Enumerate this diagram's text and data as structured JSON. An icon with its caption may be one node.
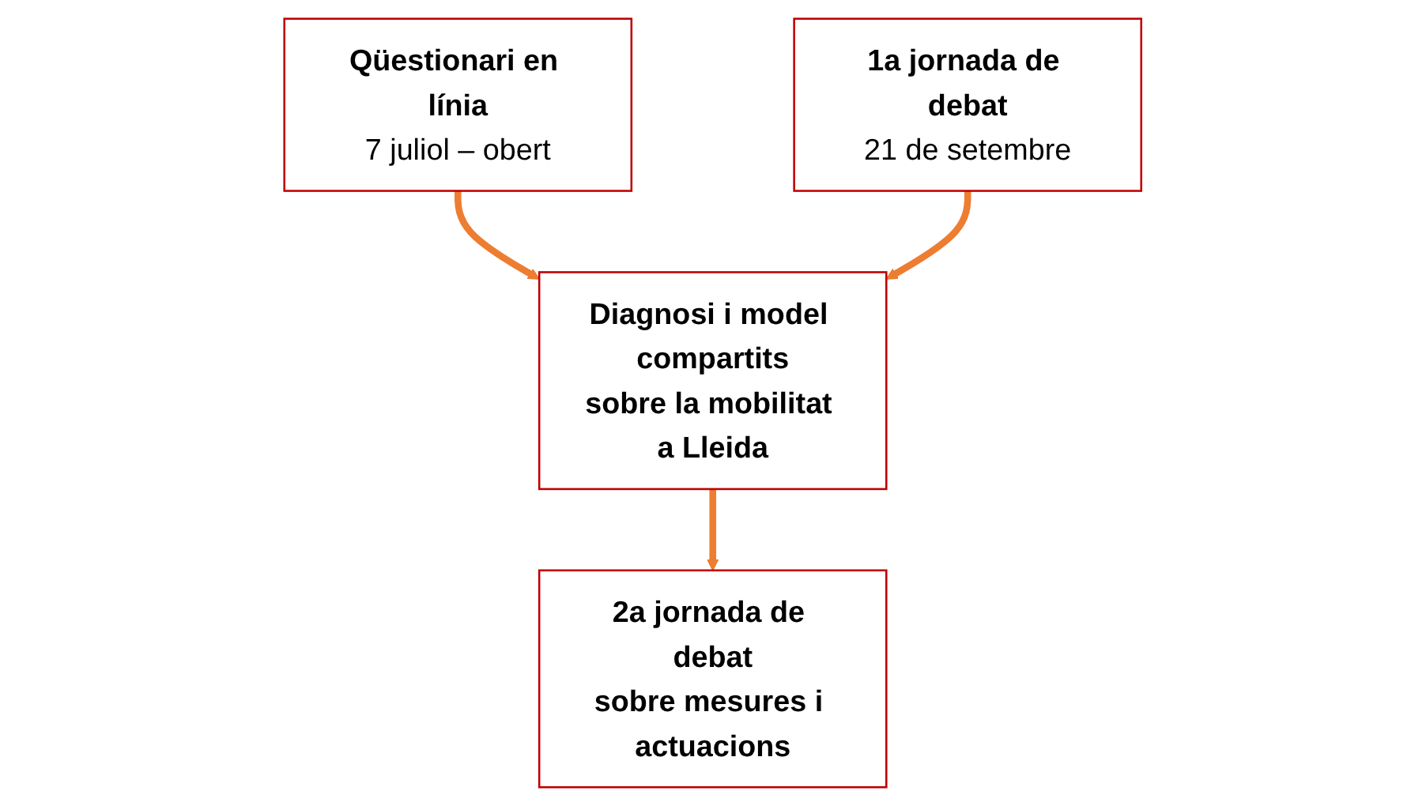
{
  "diagram": {
    "nodes": [
      {
        "text": [
          "Qüestionari en línia",
          "7 juliol – obert"
        ]
      },
      {
        "text": [
          "1a jornada de debat",
          "21 de setembre"
        ]
      },
      {
        "text": [
          "Diagnosi i model compartits",
          "sobre la mobilitat a Lleida"
        ]
      },
      {
        "text": [
          "2a jornada de debat",
          "sobre mesures i actuacions"
        ]
      }
    ],
    "edges": [
      {
        "from": 0,
        "to": 2,
        "arrow": "to"
      },
      {
        "from": 1,
        "to": 2,
        "arrow": "to"
      },
      {
        "from": 2,
        "to": 3,
        "arrow": "to"
      }
    ]
  }
}
